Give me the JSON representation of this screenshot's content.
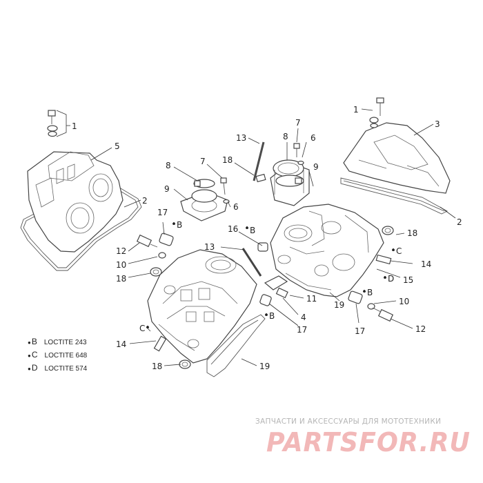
{
  "callouts": [
    "1",
    "5",
    "2",
    "3",
    "1",
    "2",
    "13",
    "7",
    "8",
    "6",
    "9",
    "7",
    "8",
    "9",
    "6",
    "18",
    "17",
    "B",
    "12",
    "10",
    "18",
    "16",
    "B",
    "13",
    "18",
    "C",
    "14",
    "15",
    "D",
    "B",
    "11",
    "4",
    "B",
    "17",
    "19",
    "17",
    "10",
    "12",
    "C",
    "14",
    "18",
    "19"
  ],
  "legend": [
    {
      "letter": "B",
      "text": "LOCTITE 243"
    },
    {
      "letter": "C",
      "text": "LOCTITE 648"
    },
    {
      "letter": "D",
      "text": "LOCTITE 574"
    }
  ],
  "watermark": {
    "tagline": "ЗАПЧАСТИ И АКСЕССУАРЫ ДЛЯ МОТОТЕХНИКИ",
    "logo": "PARTSFOR.RU",
    "color": "#f2b8b8"
  },
  "icons": {
    "drop": "loctite-drop-icon"
  }
}
